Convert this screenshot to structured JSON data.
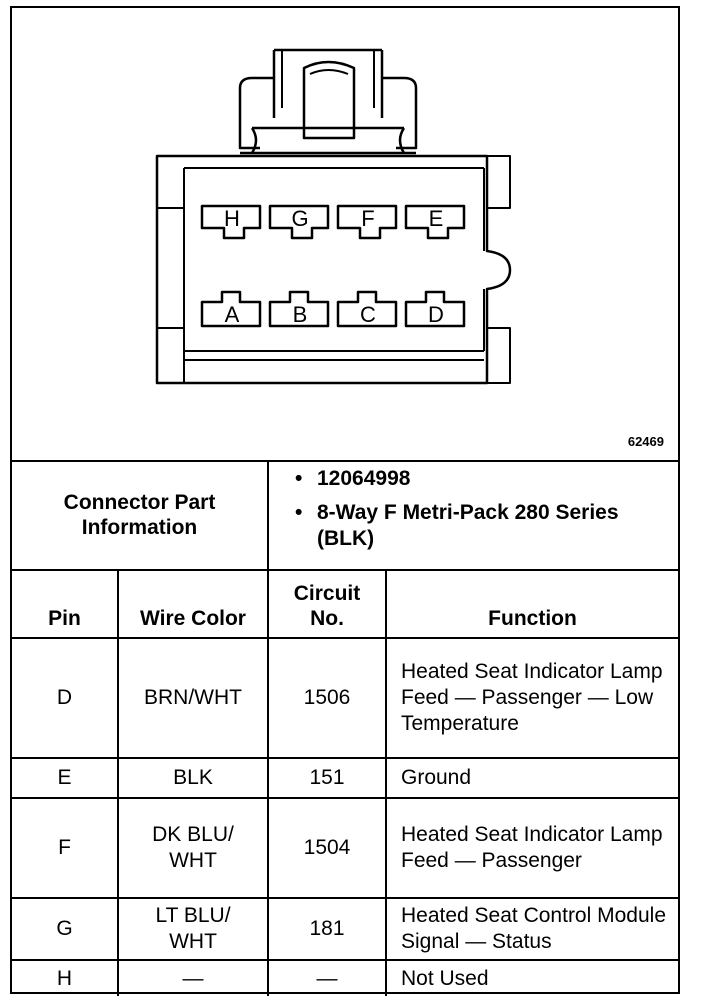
{
  "figure_number": "62469",
  "connector": {
    "pins_top": [
      "H",
      "G",
      "F",
      "E"
    ],
    "pins_bottom": [
      "A",
      "B",
      "C",
      "D"
    ]
  },
  "part_info": {
    "label_line1": "Connector Part",
    "label_line2": "Information",
    "items": [
      "12064998",
      "8-Way F Metri-Pack 280 Series (BLK)"
    ]
  },
  "table": {
    "headers": {
      "pin": "Pin",
      "wire_color": "Wire Color",
      "circuit_line1": "Circuit",
      "circuit_line2": "No.",
      "function": "Function"
    },
    "rows": [
      {
        "pin": "D",
        "wire": "BRN/WHT",
        "circuit": "1506",
        "function": "Heated Seat Indicator Lamp Feed — Passenger — Low Temperature"
      },
      {
        "pin": "E",
        "wire": "BLK",
        "circuit": "151",
        "function": "Ground"
      },
      {
        "pin": "F",
        "wire": "DK BLU/ WHT",
        "circuit": "1504",
        "function": "Heated Seat Indicator Lamp Feed — Passenger"
      },
      {
        "pin": "G",
        "wire": "LT BLU/ WHT",
        "circuit": "181",
        "function": "Heated Seat Control Module Signal — Status"
      },
      {
        "pin": "H",
        "wire": "—",
        "circuit": "—",
        "function": "Not Used"
      }
    ]
  }
}
